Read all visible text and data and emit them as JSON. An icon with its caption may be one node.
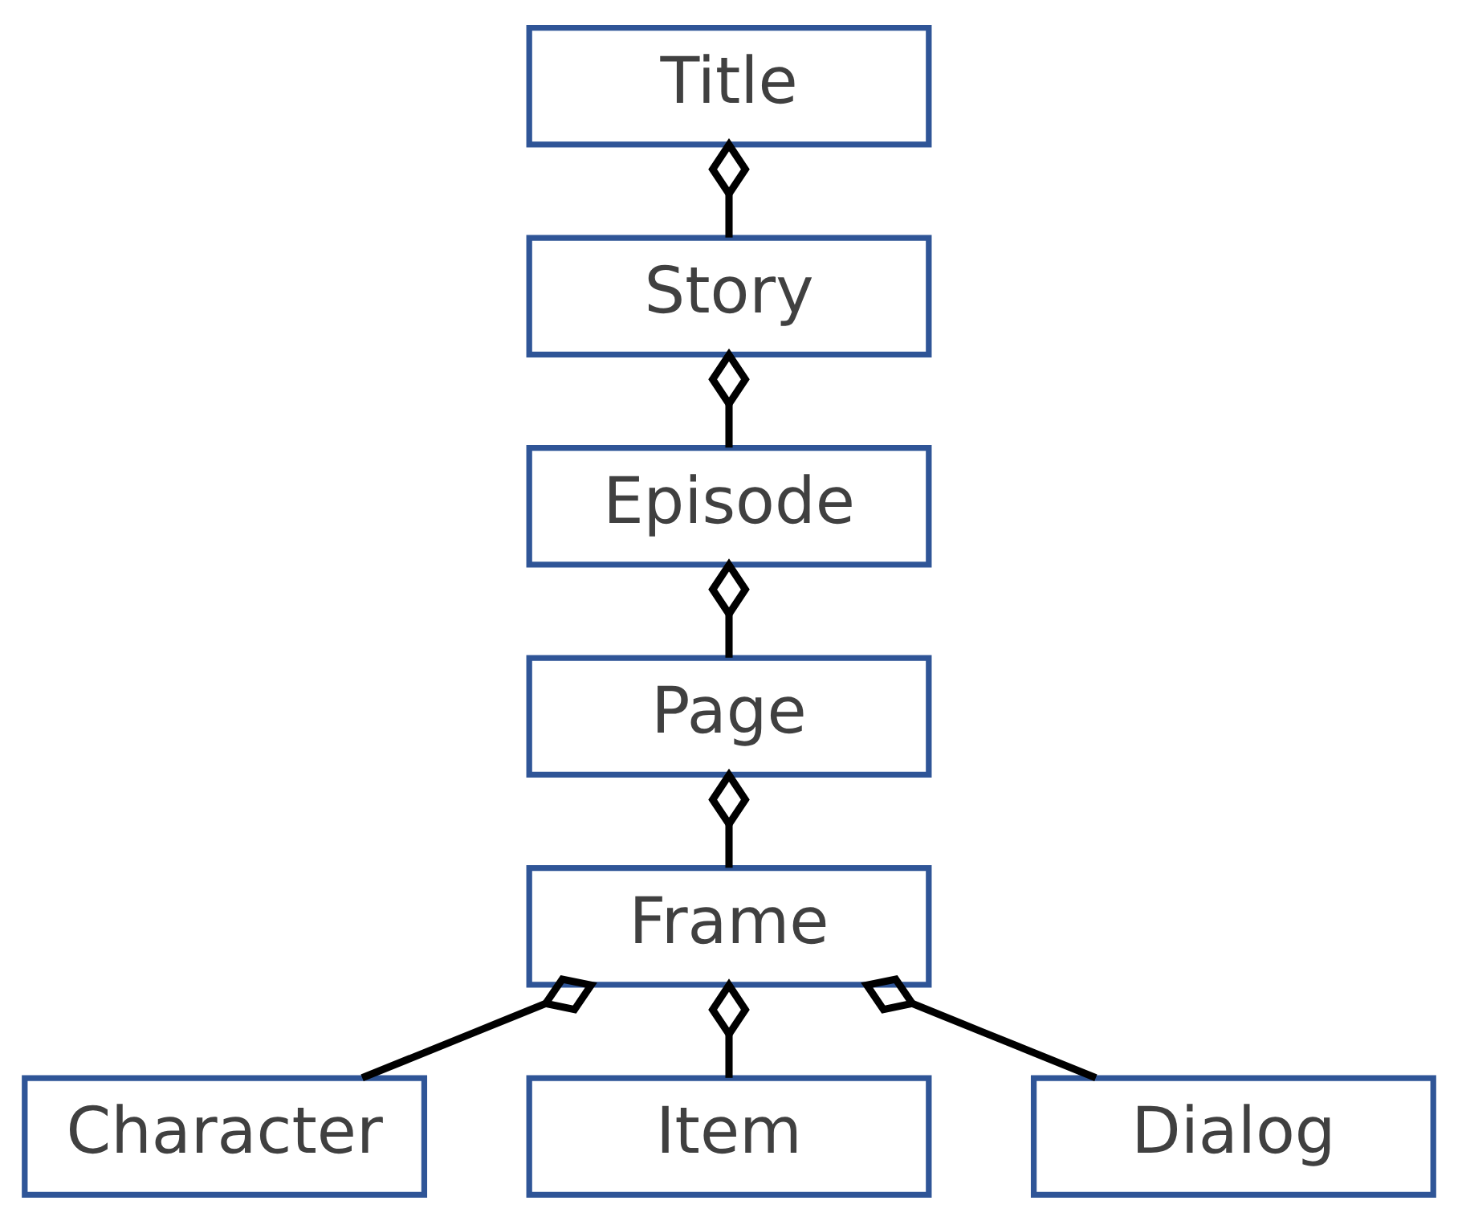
{
  "diagram": {
    "nodes": [
      {
        "text": [
          "Title"
        ]
      },
      {
        "text": [
          "Story"
        ]
      },
      {
        "text": [
          "Episode"
        ]
      },
      {
        "text": [
          "Page"
        ]
      },
      {
        "text": [
          "Frame"
        ]
      },
      {
        "text": [
          "Character"
        ]
      },
      {
        "text": [
          "Item"
        ]
      },
      {
        "text": [
          "Dialog"
        ]
      }
    ],
    "edges": [
      {
        "from": 0,
        "to": 1,
        "arrow": "other"
      },
      {
        "from": 1,
        "to": 2,
        "arrow": "other"
      },
      {
        "from": 2,
        "to": 3,
        "arrow": "other"
      },
      {
        "from": 3,
        "to": 4,
        "arrow": "other"
      },
      {
        "from": 4,
        "to": 5,
        "arrow": "other"
      },
      {
        "from": 4,
        "to": 6,
        "arrow": "other"
      },
      {
        "from": 4,
        "to": 7,
        "arrow": "other"
      }
    ]
  }
}
